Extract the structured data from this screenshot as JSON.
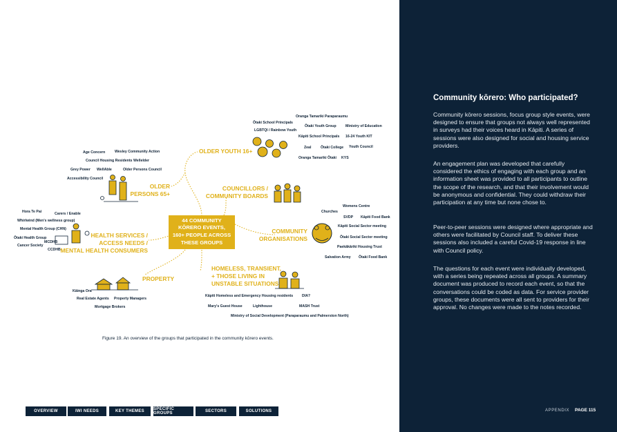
{
  "center": {
    "lines": [
      "44 COMMUNITY",
      "KŌRERO EVENTS,",
      "160+ PEOPLE ACROSS",
      "THESE GROUPS"
    ]
  },
  "groups": {
    "older_youth": "OLDER YOUTH 16+",
    "older_persons": [
      "OLDER",
      "PERSONS 65+"
    ],
    "councillors": [
      "COUNCILLORS /",
      "COMMUNITY BOARDS"
    ],
    "community_orgs": [
      "COMMUNITY",
      "ORGANISATIONS"
    ],
    "health": [
      "HEALTH SERVICES /",
      "ACCESS NEEDS /",
      "MENTAL HEALTH CONSUMERS"
    ],
    "homeless": [
      "HOMELESS, TRANSIENT,",
      "+ THOSE LIVING IN",
      "UNSTABLE SITUATIONS"
    ],
    "property": "PROPERTY"
  },
  "labels": {
    "youth": [
      "Oranga Tamariki Paraparaumu",
      "Ōtaki School Principals",
      "Ōtaki Youth Group",
      "Ministry of Education",
      "LGBTQI / Rainbow Youth",
      "Kāpiti School Principals",
      "16-24 Youth KIT",
      "Zeal",
      "Ōtaki College",
      "Youth Council",
      "Oranga Tamariki Ōtaki",
      "KYS"
    ],
    "older": [
      "Age Concern",
      "Wesley Community Action",
      "Council Housing Residents",
      "Wellelder",
      "Grey Power",
      "WellAble",
      "Older Persons Council",
      "Accessibility Council"
    ],
    "community": [
      "Churches",
      "Womens Centre",
      "SVDP",
      "Kāpiti Food Bank",
      "Kāpiti Social Sector meeting",
      "Ōtaki Social Sector meeting",
      "Paekākāriki Housing Trust",
      "Salvation Army",
      "Ōtaki Food Bank"
    ],
    "health": [
      "Hora Te Pai",
      "Carers / Enable",
      "Whirlwind (Men's wellness group)",
      "Mental Health Group (CHN)",
      "Ōtaki Health Group",
      "MCDHB",
      "Cancer Society",
      "CCDHB"
    ],
    "homeless": [
      "Kāpiti Homeless and Emergency Housing residents",
      "DIA?",
      "Mary's Guest House",
      "Lighthouse",
      "MASH Trust",
      "Ministry of Social Development (Paraparaumu and Palmerston North)"
    ],
    "property": [
      "Kāinga Ora",
      "Real Estate Agents",
      "Property Managers",
      "Mortgage Brokers"
    ]
  },
  "caption": "Figure 19. An overview of the groups that participated in the community kōrero events.",
  "panel": {
    "title": "Community kōrero: Who participated?",
    "paragraphs": [
      "Community kōrero sessions, focus group style events, were designed to ensure that groups not always well represented in surveys had their voices heard in Kāpiti. A series of sessions were also designed for social and housing service providers.",
      "An engagement plan was developed that carefully considered the ethics of engaging with each group and an information sheet was provided to all participants to outline the scope of the research, and that their involvement would be anonymous and confidential. They could withdraw their participation at any time but none chose to.",
      "Peer-to-peer sessions were designed where appropriate and others were facilitated by Council staff. To deliver these sessions also included a careful Covid-19 response in line with Council policy.",
      "The questions for each event were individually developed, with a series being repeated across all groups. A summary document was produced to record each event, so that the conversations could be coded as data. For service provider groups, these documents were all sent to providers for their approval. No changes were made to the notes recorded."
    ]
  },
  "footer": {
    "section": "APPENDIX",
    "page": "PAGE 115"
  },
  "nav": [
    "OVERVIEW",
    "IWI NEEDS",
    "KEY THEMES",
    "SPECIFIC GROUPS",
    "SECTORS",
    "SOLUTIONS"
  ],
  "colors": {
    "navy": "#0d2237",
    "gold": "#e0b11a",
    "white": "#ffffff"
  }
}
